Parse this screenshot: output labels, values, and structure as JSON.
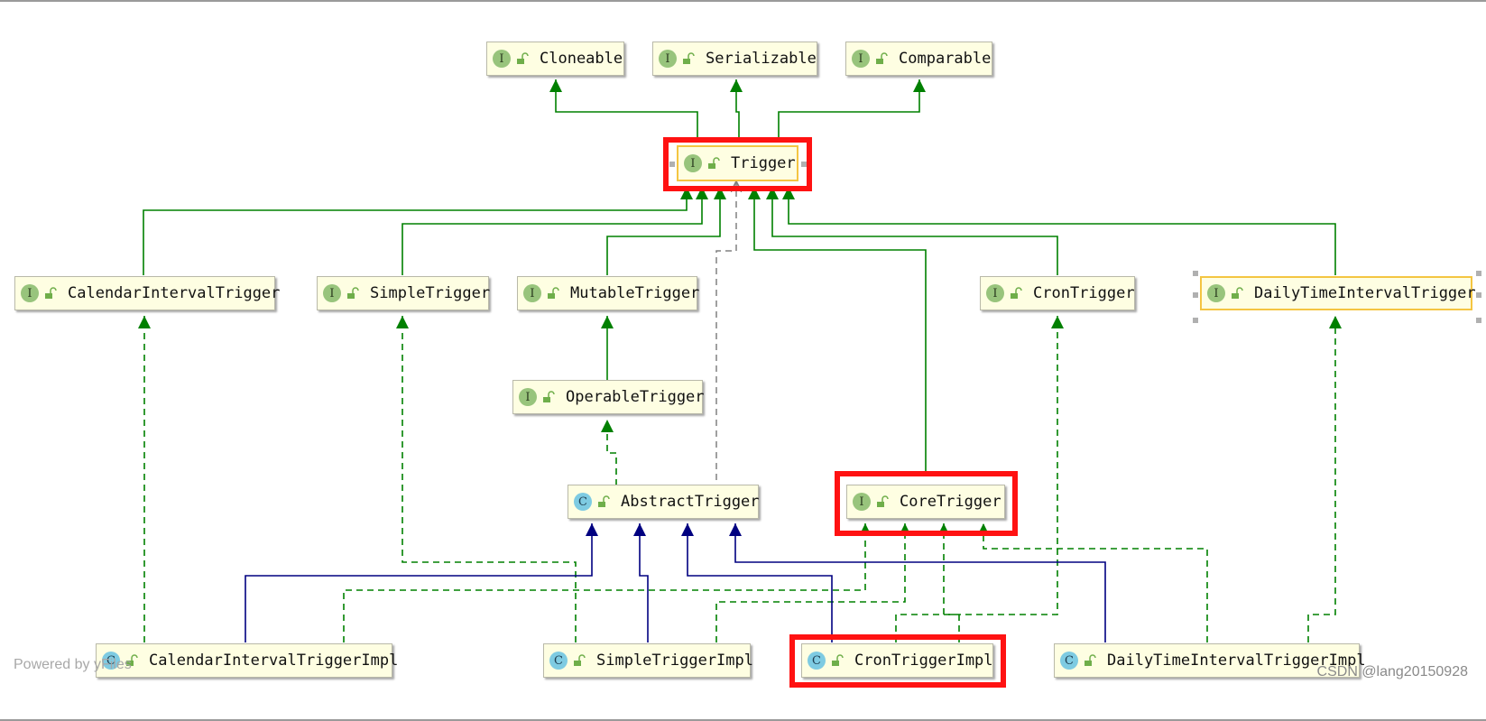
{
  "colors": {
    "implements_edge": "#008000",
    "extends_edge": "#000080",
    "dependency_edge": "#808080",
    "highlight": "#ff1212",
    "node_fill": "#fefee2",
    "interface_badge": "#98c47c",
    "class_badge": "#7ecbe2"
  },
  "badges": {
    "interface": "I",
    "class": "C"
  },
  "nodes": {
    "cloneable": {
      "label": "Cloneable",
      "kind": "interface"
    },
    "serializable": {
      "label": "Serializable",
      "kind": "interface"
    },
    "comparable": {
      "label": "Comparable",
      "kind": "interface"
    },
    "trigger": {
      "label": "Trigger",
      "kind": "interface"
    },
    "calendar_interval_trigger": {
      "label": "CalendarIntervalTrigger",
      "kind": "interface"
    },
    "simple_trigger": {
      "label": "SimpleTrigger",
      "kind": "interface"
    },
    "mutable_trigger": {
      "label": "MutableTrigger",
      "kind": "interface"
    },
    "cron_trigger": {
      "label": "CronTrigger",
      "kind": "interface"
    },
    "daily_time_interval_trigger": {
      "label": "DailyTimeIntervalTrigger",
      "kind": "interface"
    },
    "operable_trigger": {
      "label": "OperableTrigger",
      "kind": "interface"
    },
    "abstract_trigger": {
      "label": "AbstractTrigger",
      "kind": "abstract-class"
    },
    "core_trigger": {
      "label": "CoreTrigger",
      "kind": "interface"
    },
    "calendar_interval_trigger_impl": {
      "label": "CalendarIntervalTriggerImpl",
      "kind": "class"
    },
    "simple_trigger_impl": {
      "label": "SimpleTriggerImpl",
      "kind": "class"
    },
    "cron_trigger_impl": {
      "label": "CronTriggerImpl",
      "kind": "class"
    },
    "daily_time_interval_trigger_impl": {
      "label": "DailyTimeIntervalTriggerImpl",
      "kind": "class"
    }
  },
  "highlighted_nodes": [
    "Trigger",
    "CoreTrigger",
    "CronTriggerImpl"
  ],
  "selected_nodes": [
    "Trigger",
    "DailyTimeIntervalTrigger"
  ],
  "edges": [
    {
      "from": "Trigger",
      "to": "Cloneable",
      "type": "extends-interface"
    },
    {
      "from": "Trigger",
      "to": "Serializable",
      "type": "extends-interface"
    },
    {
      "from": "Trigger",
      "to": "Comparable",
      "type": "extends-interface"
    },
    {
      "from": "CalendarIntervalTrigger",
      "to": "Trigger",
      "type": "extends-interface"
    },
    {
      "from": "SimpleTrigger",
      "to": "Trigger",
      "type": "extends-interface"
    },
    {
      "from": "MutableTrigger",
      "to": "Trigger",
      "type": "extends-interface"
    },
    {
      "from": "CoreTrigger",
      "to": "Trigger",
      "type": "extends-interface"
    },
    {
      "from": "CronTrigger",
      "to": "Trigger",
      "type": "extends-interface"
    },
    {
      "from": "DailyTimeIntervalTrigger",
      "to": "Trigger",
      "type": "extends-interface"
    },
    {
      "from": "OperableTrigger",
      "to": "MutableTrigger",
      "type": "extends-interface"
    },
    {
      "from": "AbstractTrigger",
      "to": "OperableTrigger",
      "type": "implements"
    },
    {
      "from": "AbstractTrigger",
      "to": "Trigger",
      "type": "dependency"
    },
    {
      "from": "CalendarIntervalTriggerImpl",
      "to": "CalendarIntervalTrigger",
      "type": "implements"
    },
    {
      "from": "SimpleTriggerImpl",
      "to": "SimpleTrigger",
      "type": "implements"
    },
    {
      "from": "CronTriggerImpl",
      "to": "CronTrigger",
      "type": "implements"
    },
    {
      "from": "DailyTimeIntervalTriggerImpl",
      "to": "DailyTimeIntervalTrigger",
      "type": "implements"
    },
    {
      "from": "CalendarIntervalTriggerImpl",
      "to": "AbstractTrigger",
      "type": "extends-class"
    },
    {
      "from": "SimpleTriggerImpl",
      "to": "AbstractTrigger",
      "type": "extends-class"
    },
    {
      "from": "CronTriggerImpl",
      "to": "AbstractTrigger",
      "type": "extends-class"
    },
    {
      "from": "DailyTimeIntervalTriggerImpl",
      "to": "AbstractTrigger",
      "type": "extends-class"
    },
    {
      "from": "CalendarIntervalTriggerImpl",
      "to": "CoreTrigger",
      "type": "implements"
    },
    {
      "from": "SimpleTriggerImpl",
      "to": "CoreTrigger",
      "type": "implements"
    },
    {
      "from": "CronTriggerImpl",
      "to": "CoreTrigger",
      "type": "implements"
    },
    {
      "from": "DailyTimeIntervalTriggerImpl",
      "to": "CoreTrigger",
      "type": "implements"
    }
  ],
  "footer": {
    "powered_by": "Powered by yFiles",
    "watermark": "CSDN @lang20150928"
  }
}
